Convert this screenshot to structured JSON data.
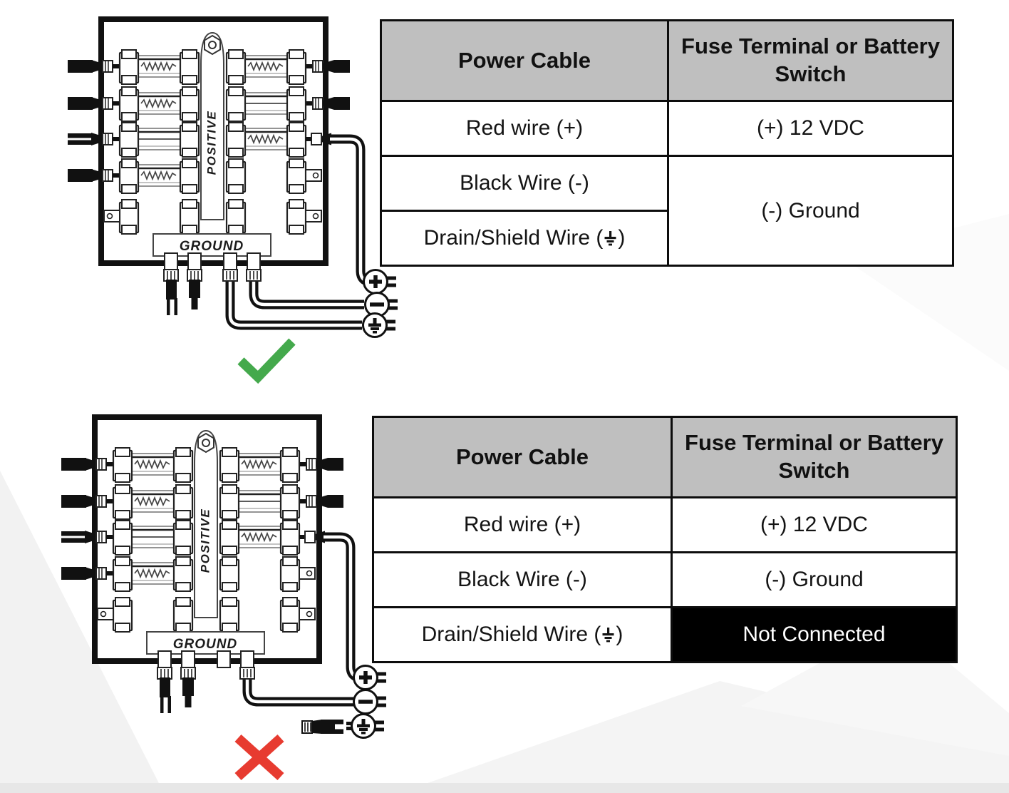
{
  "colors": {
    "table_header_bg": "#bfbfbf",
    "table_border": "#0d0d0d",
    "not_connected_bg": "#000000",
    "not_connected_text": "#ffffff",
    "check_green": "#44a94c",
    "cross_red": "#e73b30",
    "diagram_ink": "#111111"
  },
  "correct_section": {
    "diagram": {
      "positive_label": "POSITIVE",
      "ground_label": "GROUND",
      "terminals": {
        "positive": "+",
        "negative": "-",
        "ground": "earth-ground"
      },
      "status": "correct"
    },
    "table": {
      "header_col1": "Power Cable",
      "header_col2": "Fuse Terminal or Battery Switch",
      "row1_cable": "Red wire (+)",
      "row1_terminal": "(+) 12 VDC",
      "row2_cable": "Black Wire (-)",
      "row2_3_terminal": "(-) Ground",
      "row3_cable_prefix": "Drain/Shield Wire (",
      "row3_cable_suffix": ")",
      "row3_symbol": "earth-ground"
    }
  },
  "incorrect_section": {
    "diagram": {
      "positive_label": "POSITIVE",
      "ground_label": "GROUND",
      "terminals": {
        "positive": "+",
        "negative": "-",
        "ground": "earth-ground"
      },
      "status": "incorrect"
    },
    "table": {
      "header_col1": "Power Cable",
      "header_col2": "Fuse Terminal or Battery Switch",
      "row1_cable": "Red wire (+)",
      "row1_terminal": "(+) 12 VDC",
      "row2_cable": "Black Wire (-)",
      "row2_terminal": "(-) Ground",
      "row3_cable_prefix": "Drain/Shield Wire (",
      "row3_cable_suffix": ")",
      "row3_symbol": "earth-ground",
      "row3_terminal": "Not Connected"
    }
  }
}
